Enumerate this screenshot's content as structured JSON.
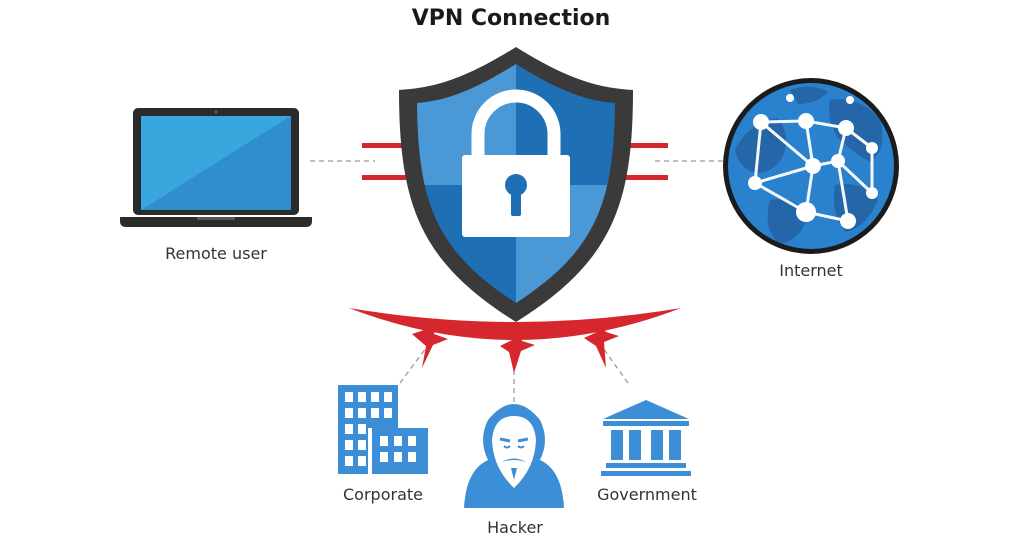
{
  "title": "VPN Connection",
  "nodes": {
    "remote_user": {
      "label": "Remote user",
      "icon": "laptop-icon"
    },
    "vpn": {
      "icon": "shield-lock-icon"
    },
    "internet": {
      "label": "Internet",
      "icon": "globe-network-icon"
    },
    "corporate": {
      "label": "Corporate",
      "icon": "office-building-icon"
    },
    "hacker": {
      "label": "Hacker",
      "icon": "hooded-hacker-icon"
    },
    "government": {
      "label": "Government",
      "icon": "government-building-icon"
    }
  },
  "colors": {
    "shield_dark": "#1f6fb5",
    "shield_light": "#4a98d6",
    "shield_border": "#3a3a3a",
    "barrier_red": "#d6262e",
    "icon_blue": "#3c8fd6",
    "globe_ocean": "#2a82cf",
    "globe_land": "#2466a8",
    "laptop_frame": "#2b2b2b",
    "laptop_screen": "#3aa6de"
  }
}
